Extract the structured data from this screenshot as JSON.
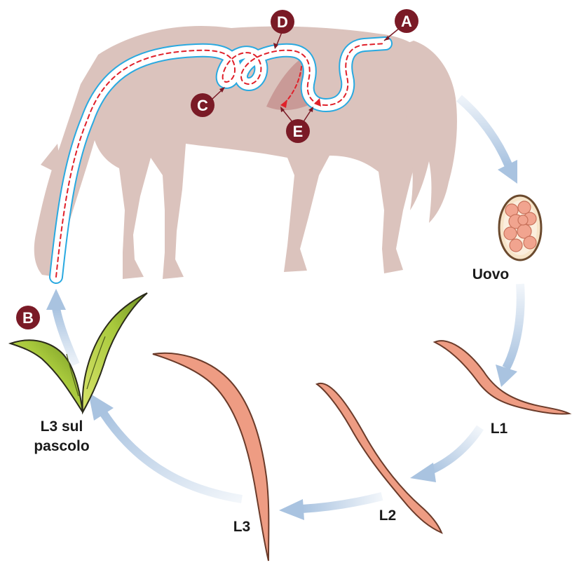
{
  "markers": {
    "a": "A",
    "b": "B",
    "c": "C",
    "d": "D",
    "e": "E"
  },
  "stages": {
    "egg": "Uovo",
    "l1": "L1",
    "l2": "L2",
    "l3": "L3",
    "l3_pasture_line1": "L3 sul",
    "l3_pasture_line2": "pascolo"
  },
  "colors": {
    "horse": "#dbc3bd",
    "intestine_outline": "#29a9e0",
    "migration_path": "#e0202a",
    "organ": "#c99a97",
    "marker": "#7a1a26",
    "arrow": "#a9c3e0",
    "larva": "#ee9c83",
    "egg_cell": "#f1a48f",
    "grass": "#a8c93c"
  }
}
